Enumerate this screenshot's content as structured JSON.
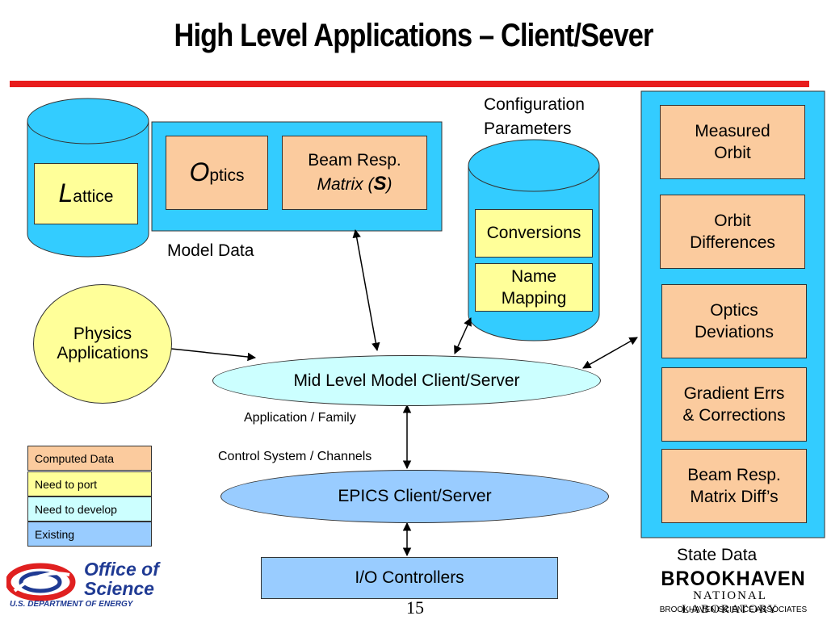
{
  "title": "High Level Applications – Client/Sever",
  "colors": {
    "computed": "#fbcb9e",
    "to_port": "#ffff99",
    "to_develop": "#ccffff",
    "existing": "#99ccff",
    "accent_bar": "#e81c1c",
    "state_panel": "#33ccff"
  },
  "lattice": {
    "first": "L",
    "rest": "attice"
  },
  "model_data": {
    "label": "Model Data",
    "optics": {
      "first": "O",
      "rest": "ptics"
    },
    "beam_resp": {
      "line1": "Beam Resp.",
      "line2_pre": "Matrix (",
      "line2_sym": "S",
      "line2_post": ")"
    }
  },
  "config": {
    "label_line1": "Configuration",
    "label_line2": "Parameters",
    "conversions": "Conversions",
    "name_mapping_line1": "Name",
    "name_mapping_line2": "Mapping"
  },
  "state": {
    "label": "State Data",
    "items": [
      {
        "line1": "Measured",
        "line2": "Orbit"
      },
      {
        "line1": "Orbit",
        "line2": "Differences"
      },
      {
        "line1": "Optics",
        "line2": "Deviations"
      },
      {
        "line1": "Gradient Errs",
        "line2": "& Corrections"
      },
      {
        "line1": "Beam Resp.",
        "line2": "Matrix Diff’s"
      }
    ]
  },
  "physics": {
    "line1": "Physics",
    "line2": "Applications"
  },
  "mid_level": "Mid Level Model Client/Server",
  "app_family": "Application / Family",
  "control_channels": "Control System / Channels",
  "epics": "EPICS Client/Server",
  "io": "I/O Controllers",
  "page_number": "15",
  "legend": [
    {
      "label": "Computed Data",
      "color_key": "computed"
    },
    {
      "label": "Need to port",
      "color_key": "to_port"
    },
    {
      "label": "Need to develop",
      "color_key": "to_develop"
    },
    {
      "label": "Existing",
      "color_key": "existing"
    }
  ],
  "logos": {
    "office_line1": "Office of",
    "office_line2": "Science",
    "doe": "U.S. DEPARTMENT OF ENERGY",
    "bnl_name": "BROOKHAVEN",
    "bnl_sub": "NATIONAL LABORATORY",
    "bnl_assoc": "BROOKHAVEN SCIENCE ASSOCIATES"
  }
}
